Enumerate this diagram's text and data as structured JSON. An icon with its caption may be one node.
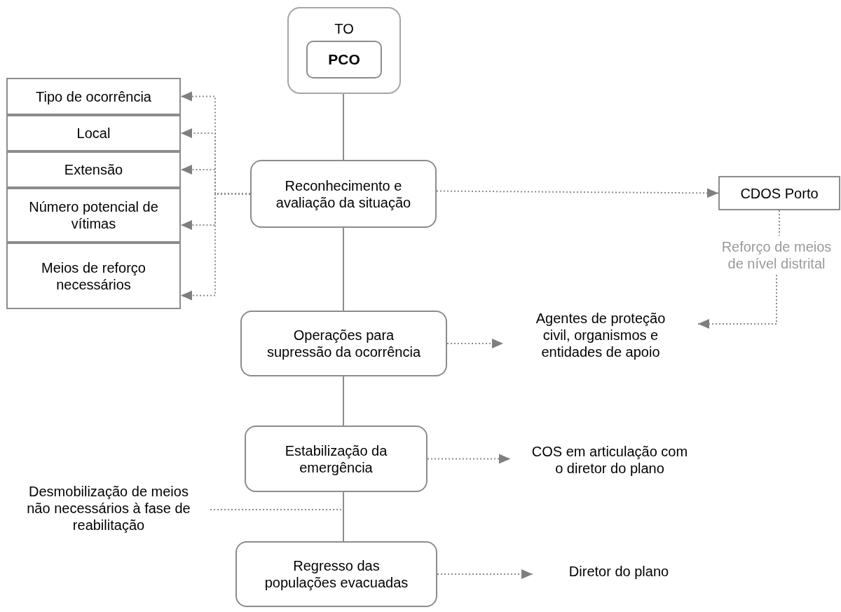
{
  "diagram": {
    "nodes": [
      {
        "text": [
          "TO"
        ]
      },
      {
        "text": [
          "PCO"
        ],
        "in": 0
      },
      {
        "text": [
          "Tipo de ocorrência"
        ]
      },
      {
        "text": [
          "Local"
        ]
      },
      {
        "text": [
          "Extensão"
        ]
      },
      {
        "text": [
          "Número potencial de vítimas"
        ]
      },
      {
        "text": [
          "Meios de reforço necessários"
        ]
      },
      {
        "text": [
          "Reconhecimento e avaliação da situação"
        ]
      },
      {
        "text": [
          "CDOS Porto"
        ]
      },
      {
        "text": [
          "Reforço de meios de nível distrital"
        ]
      },
      {
        "text": [
          "Operações para supressão da ocorrência"
        ]
      },
      {
        "text": [
          "Agentes de proteção civil, organismos e entidades de apoio"
        ]
      },
      {
        "text": [
          "Estabilização da emergência"
        ]
      },
      {
        "text": [
          "COS em articulação com o diretor do plano"
        ]
      },
      {
        "text": [
          "Desmobilização de meios não necessários à fase de reabilitação"
        ]
      },
      {
        "text": [
          "Regresso das populações evacuadas"
        ]
      },
      {
        "text": [
          "Diretor do plano"
        ]
      }
    ],
    "edges": [
      {
        "from": 0,
        "to": 7,
        "arrow": "none"
      },
      {
        "from": 7,
        "to": 2,
        "arrow": "to",
        "style": "dashed"
      },
      {
        "from": 7,
        "to": 3,
        "arrow": "to",
        "style": "dashed"
      },
      {
        "from": 7,
        "to": 4,
        "arrow": "to",
        "style": "dashed"
      },
      {
        "from": 7,
        "to": 5,
        "arrow": "to",
        "style": "dashed"
      },
      {
        "from": 7,
        "to": 6,
        "arrow": "to",
        "style": "dashed"
      },
      {
        "from": 7,
        "to": 8,
        "arrow": "to",
        "style": "dashed"
      },
      {
        "from": 8,
        "to": 9,
        "arrow": "none",
        "style": "dashed"
      },
      {
        "from": 9,
        "to": 11,
        "arrow": "to",
        "style": "dashed"
      },
      {
        "from": 7,
        "to": 10,
        "arrow": "none"
      },
      {
        "from": 10,
        "to": 11,
        "arrow": "to",
        "style": "dashed"
      },
      {
        "from": 10,
        "to": 12,
        "arrow": "none"
      },
      {
        "from": 12,
        "to": 13,
        "arrow": "to",
        "style": "dashed"
      },
      {
        "from": 12,
        "to": 15,
        "arrow": "none"
      },
      {
        "from": 14,
        "to": null,
        "arrow": "none",
        "style": "dashed"
      },
      {
        "from": 15,
        "to": 16,
        "arrow": "to",
        "style": "dashed"
      }
    ]
  }
}
